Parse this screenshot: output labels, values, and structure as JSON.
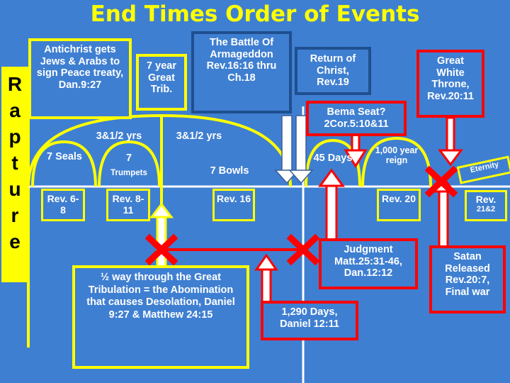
{
  "title": "End Times Order of Events",
  "rapture": "R\na\np\nt\nu\nr\ne",
  "boxes": {
    "antichrist": "Antichrist gets Jews & Arabs to sign Peace treaty, Dan.9:27",
    "great_trib": "7 year Great Trib.",
    "armageddon": "The Battle Of Armageddon Rev.16:16 thru Ch.18",
    "return": "Return of Christ, Rev.19",
    "bema": "Bema Seat? 2Cor.5:10&11",
    "white_throne": "Great White Throne, Rev.20:11",
    "abomination": "½ way through the Great Tribulation = the Abomination that causes Desolation, Daniel 9:27 & Matthew 24:15",
    "days_1290": "1,290 Days, Daniel 12:11",
    "judgment": "Judgment Matt.25:31-46, Dan.12:12",
    "satan": "Satan Released Rev.20:7, Final war"
  },
  "arcs": {
    "half1": "3&1/2 yrs",
    "half2": "3&1/2 yrs",
    "seals": "7 Seals",
    "trumpets_num": "7",
    "trumpets": "Trumpets",
    "bowls": "7 Bowls",
    "days45": "45 Days",
    "reign": "1,000 year reign",
    "eternity": "Eternity"
  },
  "refs": {
    "r1": "Rev. 6-8",
    "r2": "Rev. 8-11",
    "r3": "Rev. 16",
    "r4": "Rev. 20",
    "r5": "Rev.",
    "r5b": "21&2"
  },
  "colors": {
    "background": "#3f7fd1",
    "yellow": "#ffff00",
    "red": "#ff0000",
    "white": "#ffffff"
  }
}
